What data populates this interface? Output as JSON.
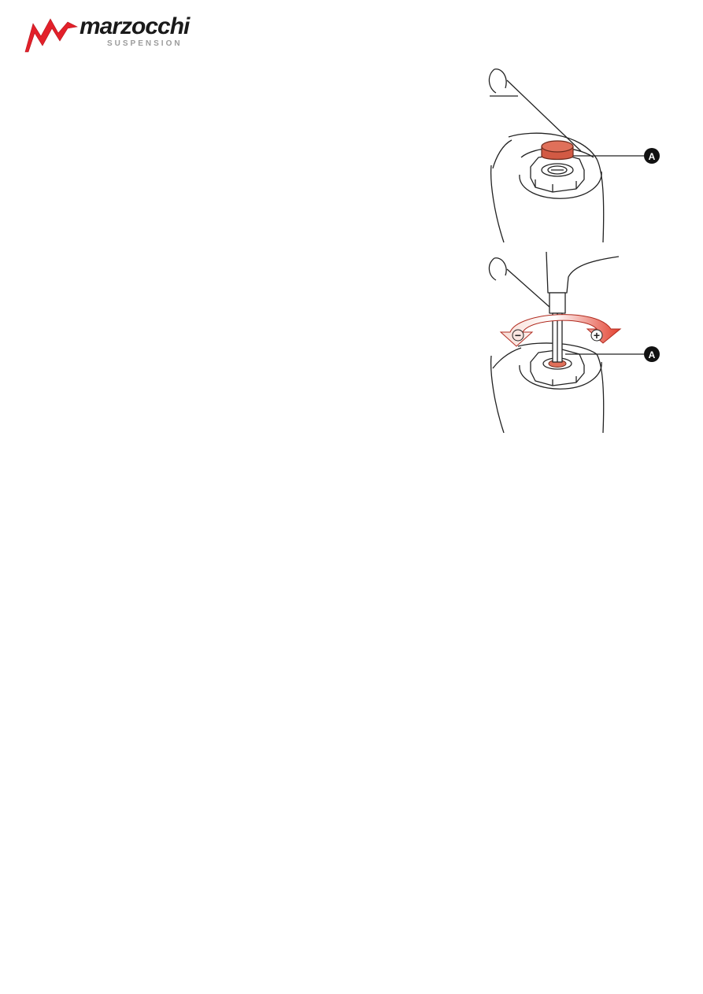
{
  "logo": {
    "wordmark": "marzocchi",
    "subtitle": "SUSPENSION",
    "brand_color": "#e3202a"
  },
  "figures": [
    {
      "callout_label": "A",
      "cap_color": "#e0705a"
    },
    {
      "callout_label": "A",
      "minus_symbol": "−",
      "plus_symbol": "+",
      "arrow_color": "#e3402f"
    }
  ],
  "colors": {
    "line": "#222222",
    "callout_fill": "#111111",
    "callout_text": "#ffffff"
  }
}
